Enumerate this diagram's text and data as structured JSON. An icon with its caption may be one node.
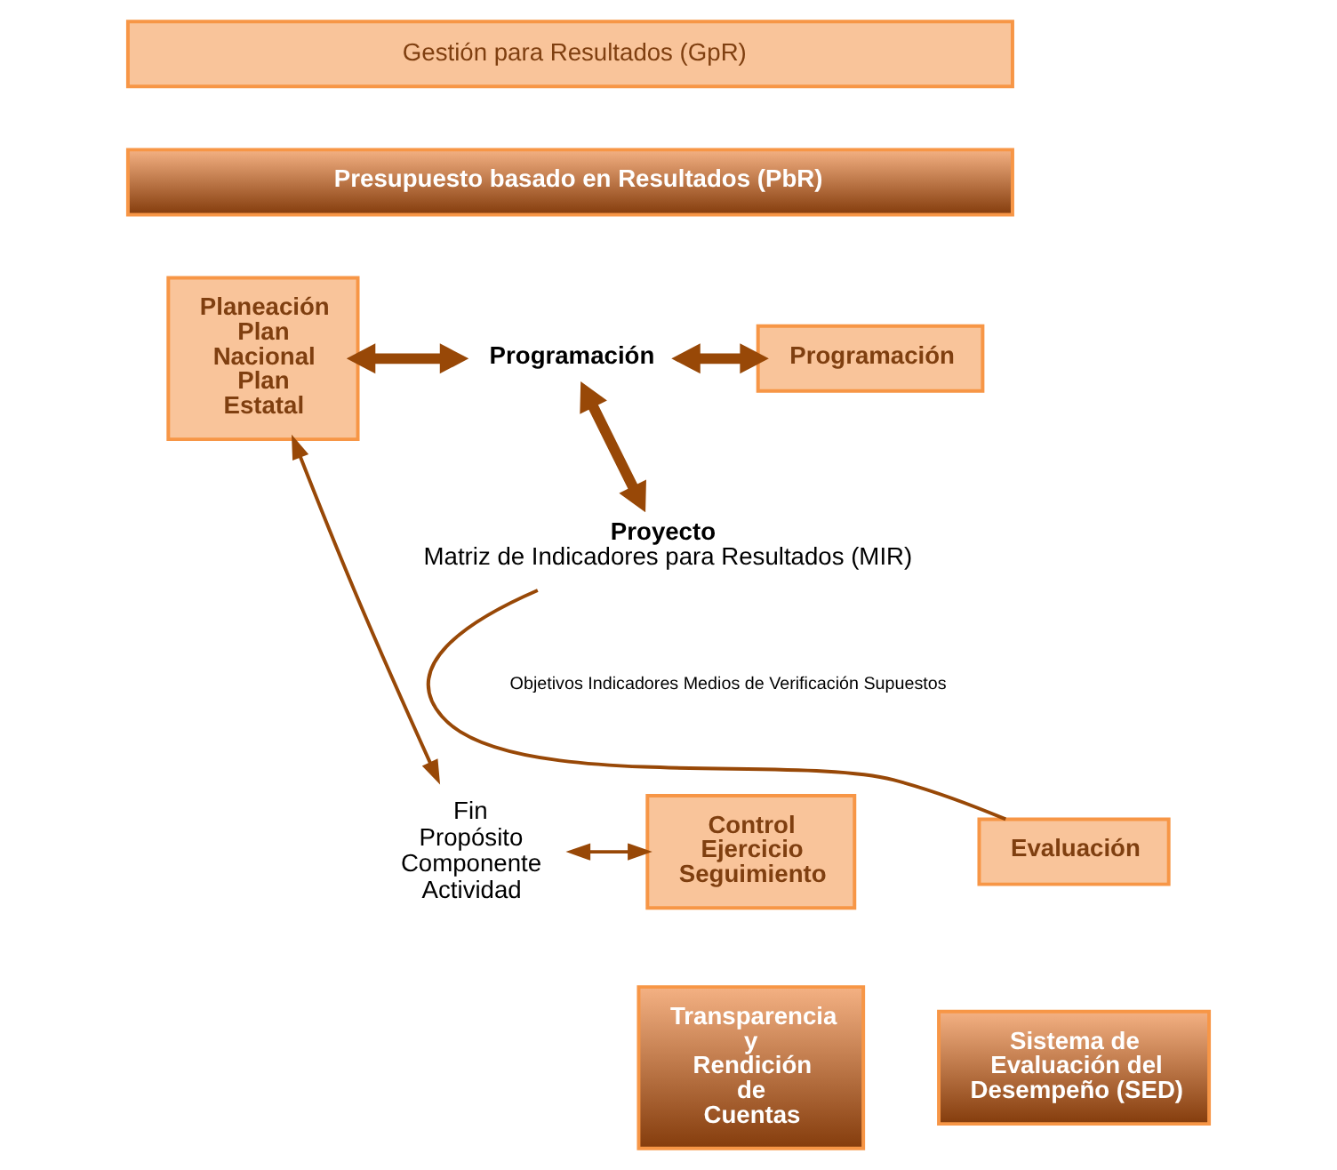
{
  "diagram": {
    "nodes": [
      {
        "text": [
          "Gestión para Resultados (GpR)"
        ]
      },
      {
        "text": [
          "Presupuesto basado en Resultados (PbR)"
        ]
      },
      {
        "text": [
          "Planeación Plan Nacional Plan Estatal"
        ]
      },
      {
        "text": [
          "Programación"
        ]
      },
      {
        "text": [
          "Programación"
        ]
      },
      {
        "text": [
          "Proyecto",
          "Matriz de Indicadores para Resultados (MIR)"
        ]
      },
      {
        "text": [
          "Fin Propósito Componente Actividad"
        ]
      },
      {
        "text": [
          "Evaluación"
        ]
      },
      {
        "text": [
          "Control Ejercicio Seguimiento"
        ]
      },
      {
        "text": [
          "Sistema de Evaluación del Desempeño (SED)"
        ]
      },
      {
        "text": [
          "Transparencia y Rendición de Cuentas"
        ]
      }
    ],
    "edges": [
      {
        "from": 2,
        "to": 3,
        "arrow": "both",
        "style": "thick"
      },
      {
        "from": 3,
        "to": 4,
        "arrow": "both",
        "style": "thick"
      },
      {
        "from": 3,
        "to": 5,
        "arrow": "both",
        "style": "thick"
      },
      {
        "from": 6,
        "to": 2,
        "arrow": "both"
      },
      {
        "from": 6,
        "to": 8,
        "arrow": "both"
      },
      {
        "from": 7,
        "to": 5,
        "arrow": "none"
      }
    ],
    "labels": [
      "Objetivos Indicadores Medios de Verificación Supuestos"
    ]
  }
}
